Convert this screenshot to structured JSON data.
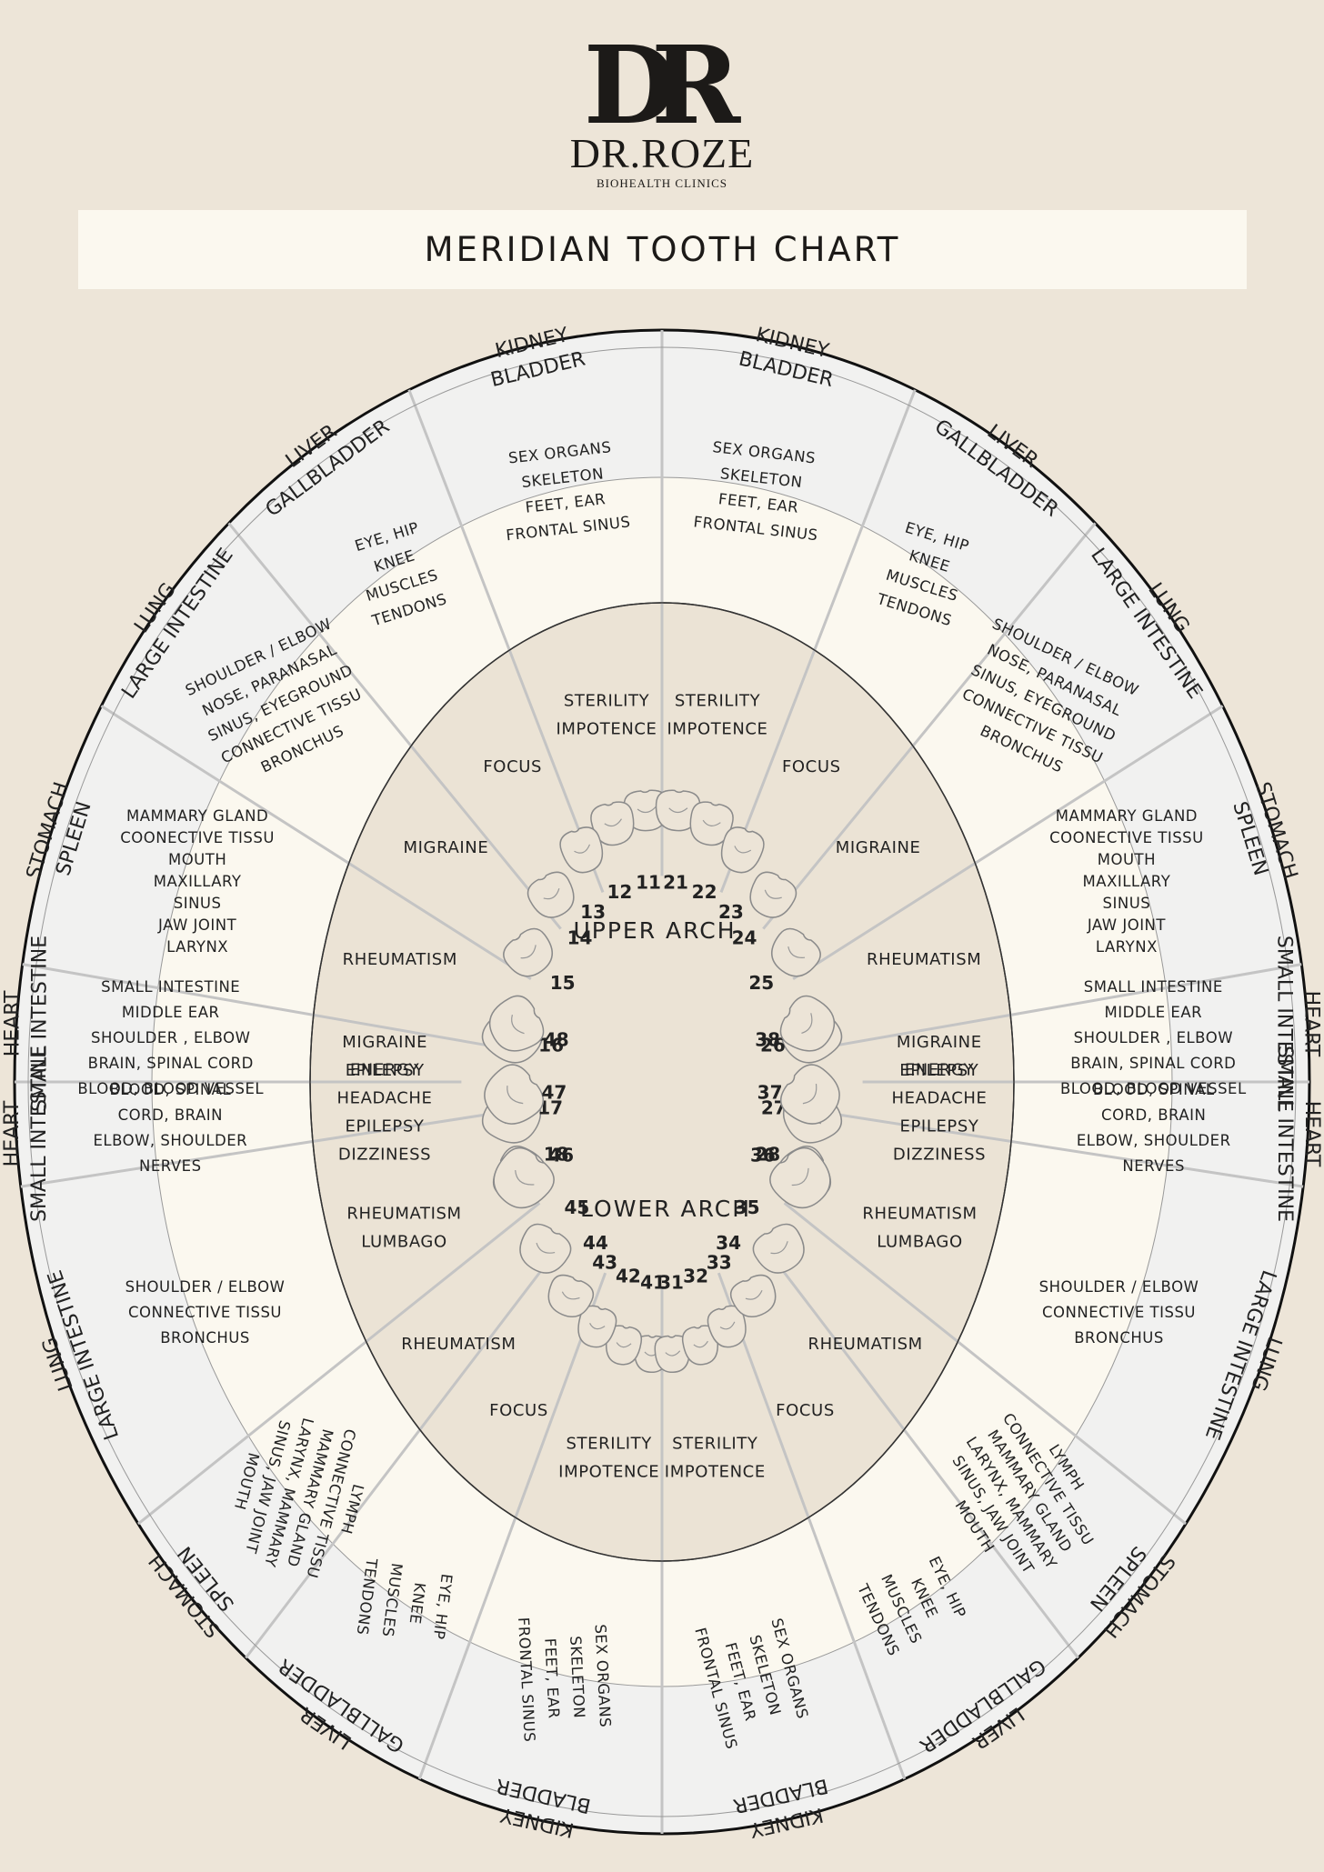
{
  "brand": {
    "mark": "DR",
    "name": "DR.ROZE",
    "tagline": "BIOHEALTH CLINICS"
  },
  "title": "MERIDIAN TOOTH CHART",
  "upper_arch_label": "UPPER ARCH",
  "lower_arch_label": "LOWER ARCH",
  "colors": {
    "background": "#ede5d8",
    "panel": "#fbf8ef",
    "meridian_ring": "#f1f1f0",
    "divider": "#c4c4c4"
  },
  "teeth_upper_left": [
    "11",
    "12",
    "13",
    "14",
    "15",
    "16",
    "17",
    "18"
  ],
  "teeth_upper_right": [
    "21",
    "22",
    "23",
    "24",
    "25",
    "26",
    "27",
    "28"
  ],
  "teeth_lower_left": [
    "41",
    "42",
    "43",
    "44",
    "45",
    "46",
    "47",
    "48"
  ],
  "teeth_lower_right": [
    "31",
    "32",
    "33",
    "34",
    "35",
    "36",
    "37",
    "38"
  ],
  "meridians": [
    [
      "KIDNEY",
      "BLADDER"
    ],
    [
      "LIVER",
      "GALLBLADDER"
    ],
    [
      "LUNG",
      "LARGE INTESTINE"
    ],
    [
      "STOMACH",
      "SPLEEN"
    ],
    [
      "HEART",
      "SMALL INTESTINE"
    ],
    [
      "HEART",
      "SMALL INTESTINE"
    ],
    [
      "LUNG",
      "LARGE INTESTINE"
    ],
    [
      "STOMACH",
      "SPLEEN"
    ],
    [
      "LIVER",
      "GALLBLADDER"
    ],
    [
      "KIDNEY",
      "BLADDER"
    ],
    [
      "KIDNEY",
      "BLADDER"
    ],
    [
      "LIVER",
      "GALLBLADDER"
    ],
    [
      "STOMACH",
      "SPLEEN"
    ],
    [
      "LUNG",
      "LARGE INTESTINE"
    ],
    [
      "HEART",
      "SMALL INTESTINE"
    ],
    [
      "HEART",
      "SMALL INTESTINE"
    ],
    [
      "STOMACH",
      "SPLEEN"
    ],
    [
      "LUNG",
      "LARGE INTESTINE"
    ],
    [
      "LIVER",
      "GALLBLADDER"
    ],
    [
      "KIDNEY",
      "BLADDER"
    ]
  ],
  "organs": [
    [
      "SEX ORGANS",
      "SKELETON",
      "FEET, EAR",
      "FRONTAL SINUS"
    ],
    [
      "EYE, HIP",
      "KNEE",
      "MUSCLES",
      "TENDONS"
    ],
    [
      "SHOULDER / ELBOW",
      "NOSE, PARANASAL",
      "SINUS, EYEGROUND",
      "CONNECTIVE TISSU",
      "BRONCHUS"
    ],
    [
      "MAMMARY GLAND",
      "COONECTIVE TISSU",
      "MOUTH",
      "MAXILLARY",
      "SINUS",
      "JAW JOINT",
      "LARYNX"
    ],
    [
      "SMALL INTESTINE",
      "MIDDLE EAR",
      "SHOULDER , ELBOW",
      "BRAIN, SPINAL CORD",
      "BLOOD, BLOOD VESSEL"
    ],
    [
      "BLOOD, SPINAL",
      "CORD, BRAIN",
      "ELBOW, SHOULDER",
      "NERVES"
    ],
    [
      "SHOULDER / ELBOW",
      "CONNECTIVE TISSU",
      "BRONCHUS"
    ],
    [
      "LYMPH",
      "CONNECTIVE TISSU",
      "MAMMARY GLAND",
      "LARYNX, MAMMARY",
      "SINUS, JAW JOINT",
      "MOUTH"
    ],
    [
      "EYE, HIP",
      "KNEE",
      "MUSCLES",
      "TENDONS"
    ],
    [
      "SEX ORGANS",
      "SKELETON",
      "FEET, EAR",
      "FRONTAL SINUS"
    ],
    [
      "SEX ORGANS",
      "SKELETON",
      "FEET, EAR",
      "FRONTAL SINUS"
    ],
    [
      "EYE, HIP",
      "KNEE",
      "MUSCLES",
      "TENDONS"
    ],
    [
      "LYMPH",
      "CONNECTIVE TISSU",
      "MAMMARY GLAND",
      "LARYNX, MAMMARY",
      "SINUS, JAW JOINT",
      "MOUTH"
    ],
    [
      "SHOULDER / ELBOW",
      "CONNECTIVE TISSU",
      "BRONCHUS"
    ],
    [
      "BLOOD, SPINAL",
      "CORD, BRAIN",
      "ELBOW, SHOULDER",
      "NERVES"
    ],
    [
      "SMALL INTESTINE",
      "MIDDLE EAR",
      "SHOULDER , ELBOW",
      "BRAIN, SPINAL CORD",
      "BLOOD, BLOOD VESSEL"
    ],
    [
      "MAMMARY GLAND",
      "COONECTIVE TISSU",
      "MOUTH",
      "MAXILLARY",
      "SINUS",
      "JAW JOINT",
      "LARYNX"
    ],
    [
      "SHOULDER / ELBOW",
      "NOSE, PARANASAL",
      "SINUS, EYEGROUND",
      "CONNECTIVE TISSU",
      "BRONCHUS"
    ],
    [
      "EYE, HIP",
      "KNEE",
      "MUSCLES",
      "TENDONS"
    ],
    [
      "SEX ORGANS",
      "SKELETON",
      "FEET, EAR",
      "FRONTAL SINUS"
    ]
  ],
  "symptoms": [
    [
      "STERILITY",
      "IMPOTENCE"
    ],
    [
      "FOCUS"
    ],
    [
      "MIGRAINE"
    ],
    [
      "RHEUMATISM"
    ],
    [
      "MIGRAINE",
      "EPILEPSY"
    ],
    [
      "ENERGY",
      "HEADACHE",
      "EPILEPSY",
      "DIZZINESS"
    ],
    [
      "RHEUMATISM",
      "LUMBAGO"
    ],
    [
      "RHEUMATISM"
    ],
    [
      "FOCUS"
    ],
    [
      "STERILITY",
      "IMPOTENCE"
    ],
    [
      "STERILITY",
      "IMPOTENCE"
    ],
    [
      "FOCUS"
    ],
    [
      "RHEUMATISM"
    ],
    [
      "RHEUMATISM",
      "LUMBAGO"
    ],
    [
      "ENERGY",
      "HEADACHE",
      "EPILEPSY",
      "DIZZINESS"
    ],
    [
      "MIGRAINE",
      "EPILEPSY"
    ],
    [
      "RHEUMATISM"
    ],
    [
      "MIGRAINE"
    ],
    [
      "FOCUS"
    ],
    [
      "STERILITY",
      "IMPOTENCE"
    ]
  ]
}
